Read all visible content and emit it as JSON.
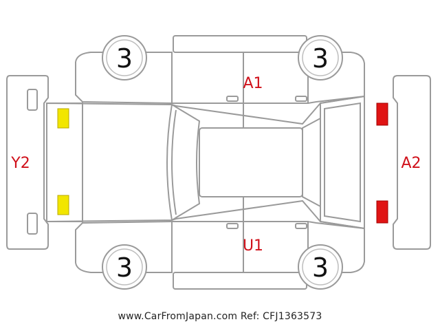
{
  "diagram": {
    "tire_grades": {
      "front_left": "3",
      "front_right": "3",
      "rear_left": "3",
      "rear_right": "3"
    },
    "damage_codes": {
      "top_door": "A1",
      "bottom_door": "U1",
      "right_bumper": "A2",
      "left_bumper": "Y2"
    },
    "colors": {
      "outline": "#9a9a9a",
      "code_text": "#d0101a",
      "yellow_marker": "#f2e600",
      "red_marker": "#e01414"
    }
  },
  "footer": {
    "watermark": "www.CarFromJapan.com Ref: CFJ1363573"
  }
}
